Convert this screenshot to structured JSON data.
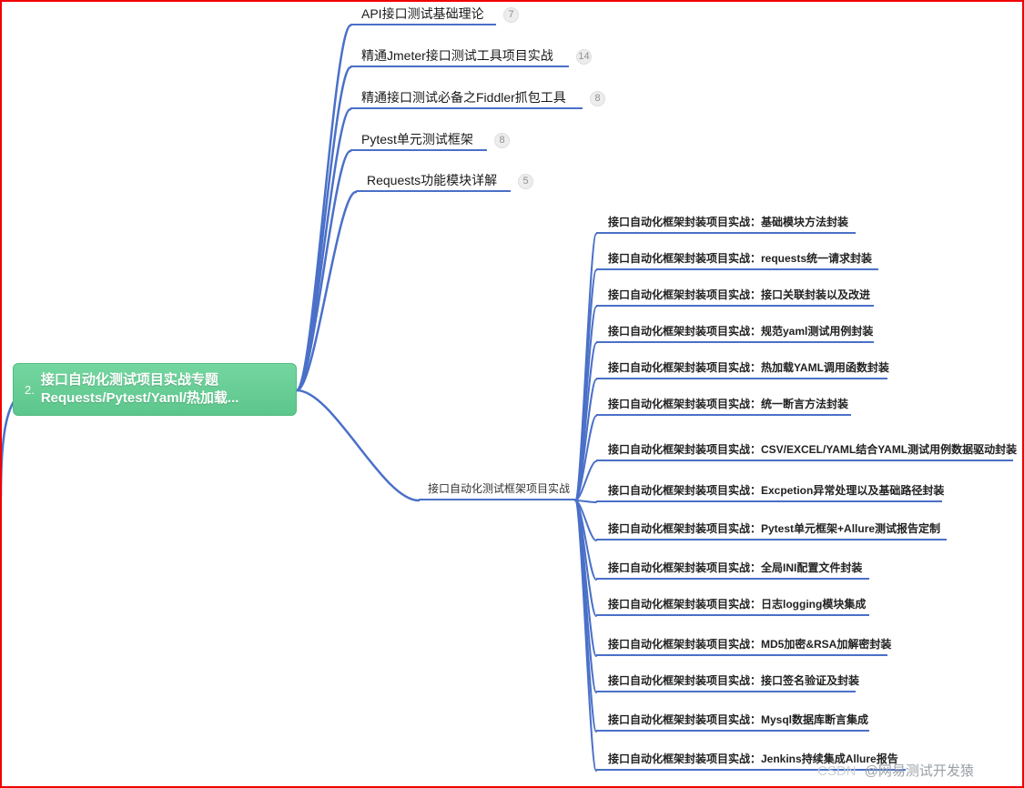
{
  "root": {
    "number": "2.",
    "title_line1": "接口自动化测试项目实战专题",
    "title_line2": "Requests/Pytest/Yaml/热加载..."
  },
  "branches": [
    {
      "label": "API接口测试基础理论",
      "badge": "7"
    },
    {
      "label": "精通Jmeter接口测试工具项目实战",
      "badge": "14"
    },
    {
      "label": "精通接口测试必备之Fiddler抓包工具",
      "badge": "8"
    },
    {
      "label": "Pytest单元测试框架",
      "badge": "8"
    },
    {
      "label": "Requests功能模块详解",
      "badge": "5"
    },
    {
      "label": "接口自动化测试框架项目实战"
    }
  ],
  "leaves": [
    "接口自动化框架封装项目实战：基础模块方法封装",
    "接口自动化框架封装项目实战：requests统一请求封装",
    "接口自动化框架封装项目实战：接口关联封装以及改进",
    "接口自动化框架封装项目实战：规范yaml测试用例封装",
    "接口自动化框架封装项目实战：热加载YAML调用函数封装",
    "接口自动化框架封装项目实战：统一断言方法封装",
    "接口自动化框架封装项目实战：CSV/EXCEL/YAML结合YAML测试用例数据驱动封装",
    "接口自动化框架封装项目实战：Excpetion异常处理以及基础路径封装",
    "接口自动化框架封装项目实战：Pytest单元框架+Allure测试报告定制",
    "接口自动化框架封装项目实战：全局INI配置文件封装",
    "接口自动化框架封装项目实战：日志logging模块集成",
    "接口自动化框架封装项目实战：MD5加密&RSA加解密封装",
    "接口自动化框架封装项目实战：接口签名验证及封装",
    "接口自动化框架封装项目实战：Mysql数据库断言集成",
    "接口自动化框架封装项目实战：Jenkins持续集成Allure报告"
  ],
  "watermark": {
    "brand": "CSDN",
    "handle": "@网易测试开发猿"
  },
  "colors": {
    "connector_blue": "#4a70c8",
    "root_green": "#66c98f",
    "frame_red": "#f20000",
    "badge_gray": "#ededed"
  }
}
